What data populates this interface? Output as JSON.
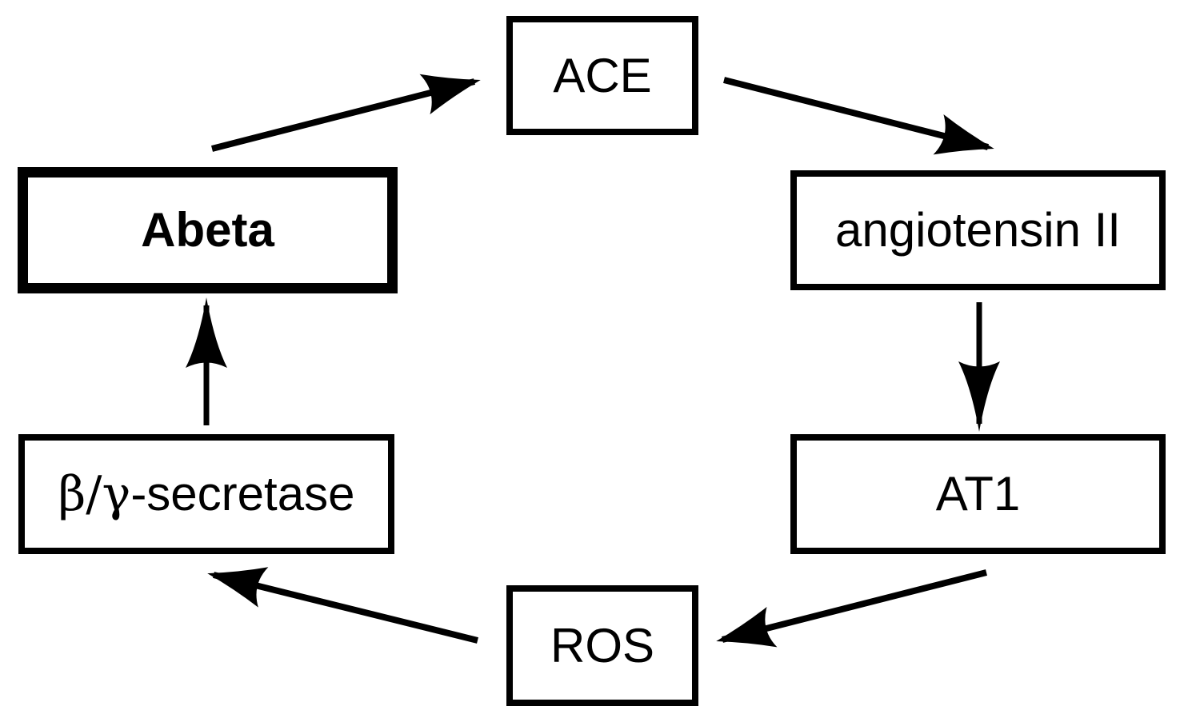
{
  "diagram": {
    "type": "cycle-flowchart",
    "background_color": "#ffffff",
    "line_color": "#000000",
    "box_fill": "#ffffff",
    "nodes": [
      {
        "id": "ace",
        "label": "ACE",
        "emphasized": false
      },
      {
        "id": "angiotensin-ii",
        "label": "angiotensin II",
        "emphasized": false
      },
      {
        "id": "at1",
        "label": "AT1",
        "emphasized": false
      },
      {
        "id": "ros",
        "label": "ROS",
        "emphasized": false
      },
      {
        "id": "secretase",
        "label": "β/γ-secretase",
        "label_parts": {
          "greek": "β/γ",
          "rest": "-secretase"
        },
        "emphasized": false
      },
      {
        "id": "abeta",
        "label": "Abeta",
        "emphasized": true
      }
    ],
    "edges": [
      {
        "from": "Abeta",
        "to": "ACE"
      },
      {
        "from": "ACE",
        "to": "angiotensin II"
      },
      {
        "from": "angiotensin II",
        "to": "AT1"
      },
      {
        "from": "AT1",
        "to": "ROS"
      },
      {
        "from": "ROS",
        "to": "β/γ-secretase"
      },
      {
        "from": "β/γ-secretase",
        "to": "Abeta"
      }
    ]
  }
}
